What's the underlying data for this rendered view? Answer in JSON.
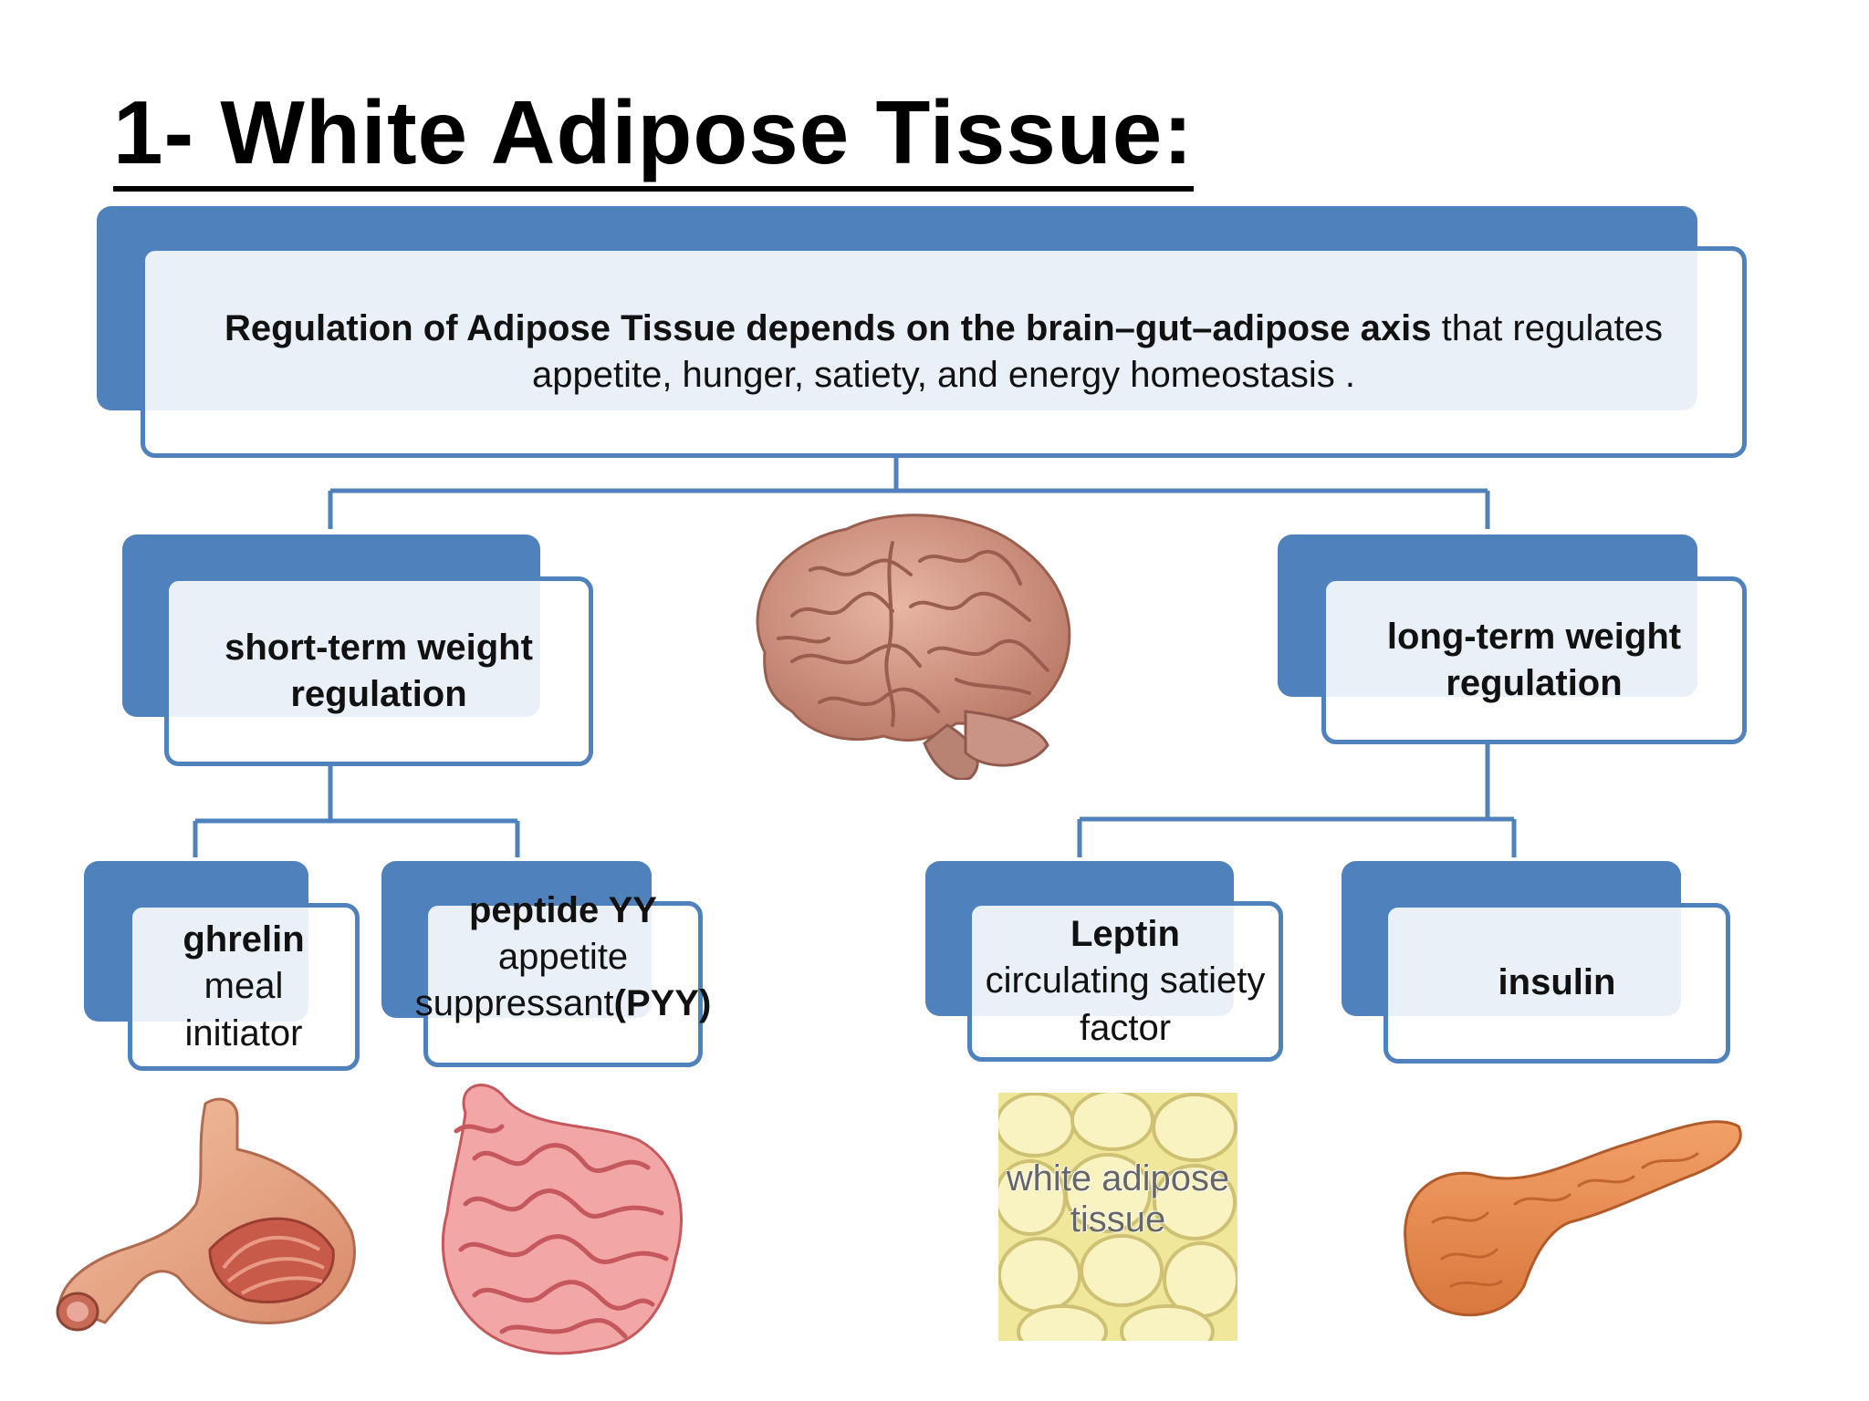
{
  "title": "1- White Adipose Tissue:",
  "colors": {
    "accent": "#4f81bd",
    "line": "#4f81bd"
  },
  "root": {
    "bold": "Regulation of Adipose Tissue  depends on the brain–gut–adipose axis",
    "rest": " that regulates appetite, hunger, satiety, and energy homeostasis ."
  },
  "short_term": {
    "label": "short-term weight regulation"
  },
  "long_term": {
    "label": "long-term weight regulation"
  },
  "ghrelin": {
    "name": "ghrelin",
    "desc": "meal initiator"
  },
  "pyy": {
    "name": "peptide YY",
    "desc": "appetite suppressant",
    "abbr": "(PYY)"
  },
  "leptin": {
    "name": "Leptin",
    "desc": "circulating satiety factor"
  },
  "insulin": {
    "name": "insulin"
  },
  "images": {
    "brain": "brain-illustration",
    "stomach": "stomach-illustration",
    "intestine": "small-intestine-illustration",
    "adipose": {
      "label": "white adipose tissue"
    },
    "pancreas": "pancreas-illustration"
  }
}
